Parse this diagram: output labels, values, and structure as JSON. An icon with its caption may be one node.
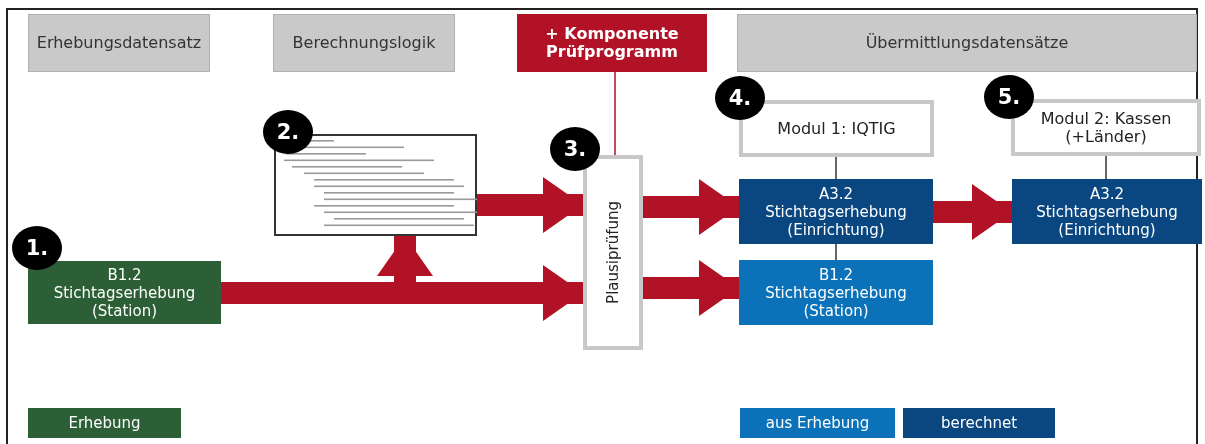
{
  "diagram": {
    "nodes": [
      {
        "text": [
          "Erhebungsdatensatz"
        ]
      },
      {
        "text": [
          "Berechnungslogik"
        ]
      },
      {
        "text": [
          "+ Komponente Prüfprogramm"
        ]
      },
      {
        "text": [
          "Übermittlungsdatensätze"
        ]
      },
      {
        "text": [
          "B1.2 Stichtagserhebung (Station)"
        ]
      },
      {
        "text": [],
        "shape": "picture"
      },
      {
        "text": [
          "Plausiprüfung"
        ]
      },
      {
        "text": [
          "Modul 1: IQTIG"
        ]
      },
      {
        "text": [
          "A3.2 Stichtagserhebung (Einrichtung)"
        ]
      },
      {
        "text": [
          "B1.2 Stichtagserhebung (Station)"
        ]
      },
      {
        "text": [
          "Modul 2: Kassen (+Länder)"
        ]
      },
      {
        "text": [
          "A3.2 Stichtagserhebung (Einrichtung)"
        ]
      }
    ],
    "edges": [
      {
        "from": 4,
        "to": 6,
        "arrow": "to"
      },
      {
        "from": 4,
        "to": 5,
        "arrow": "to"
      },
      {
        "from": 5,
        "to": 6,
        "arrow": "to"
      },
      {
        "from": 6,
        "to": 8,
        "arrow": "to"
      },
      {
        "from": 6,
        "to": 9,
        "arrow": "to"
      },
      {
        "from": 8,
        "to": 11,
        "arrow": "to"
      },
      {
        "from": 2,
        "to": 6,
        "arrow": "none"
      },
      {
        "from": 7,
        "to": 8,
        "arrow": "none",
        "color": "#333333"
      },
      {
        "from": 8,
        "to": 9,
        "arrow": "none",
        "color": "#333333"
      },
      {
        "from": 10,
        "to": 11,
        "arrow": "none",
        "color": "#333333"
      }
    ],
    "labels": [
      "1.",
      "2.",
      "3.",
      "4.",
      "5."
    ],
    "legend": [
      {
        "text": "Erhebung",
        "color": "#2d5f36"
      },
      {
        "text": "aus Erhebung",
        "color": "#0b72b9"
      },
      {
        "text": "berechnet",
        "color": "#0a4780"
      }
    ]
  }
}
